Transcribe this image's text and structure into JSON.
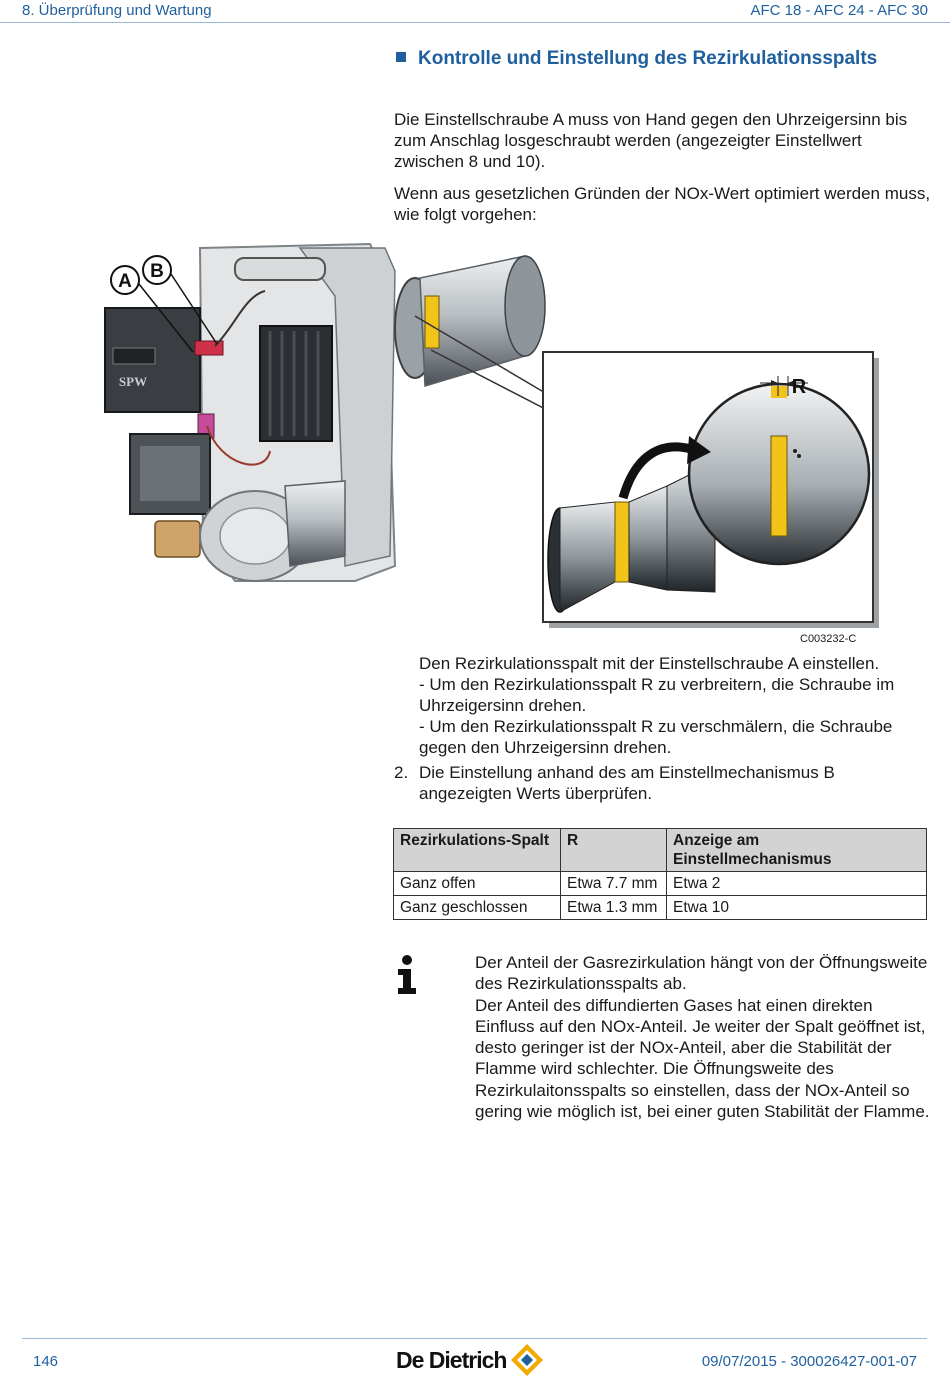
{
  "header": {
    "chapter": "8.  Überprüfung und Wartung",
    "models": "AFC 18 - AFC 24 - AFC 30"
  },
  "section_title": "Kontrolle und Einstellung des Rezirkulationsspalts",
  "intro": {
    "p1": "Die Einstellschraube A muss von Hand gegen den Uhrzeigersinn bis zum Anschlag losgeschraubt werden (angezeigter Einstellwert zwischen 8 und 10).",
    "p2": "Wenn aus gesetzlichen Gründen der NOx-Wert optimiert werden muss, wie folgt vorgehen:"
  },
  "figure": {
    "label_a": "A",
    "label_b": "B",
    "label_r": "R",
    "code": "C003232-C",
    "brand_mark": "SPW",
    "colors": {
      "steel": "#9aa2a8",
      "dark": "#2b2f33",
      "gap_yellow": "#f2c318",
      "arrow": "#111111"
    }
  },
  "steps": {
    "s1_line1": "Den Rezirkulationsspalt mit der Einstellschraube A einstellen.",
    "s1_line2": "- Um den Rezirkulationsspalt R zu verbreitern, die Schraube im Uhrzeigersinn drehen.",
    "s1_line3": "- Um den Rezirkulationsspalt R zu verschmälern, die Schraube gegen den Uhrzeigersinn drehen.",
    "s2_num": "2.",
    "s2_text": "Die Einstellung anhand des am Einstellmechanismus B angezeigten Werts überprüfen."
  },
  "table": {
    "headers": [
      "Rezirkulations-Spalt",
      "R",
      "Anzeige am Einstellmechanismus"
    ],
    "rows": [
      [
        "Ganz offen",
        "Etwa 7.7 mm",
        "Etwa 2"
      ],
      [
        "Ganz geschlossen",
        "Etwa 1.3 mm",
        "Etwa 10"
      ]
    ]
  },
  "note": {
    "l1": "Der Anteil der Gasrezirkulation hängt von der Öffnungsweite des Rezirkulationsspalts ab.",
    "l2": "Der Anteil des diffundierten Gases hat einen direkten Einfluss auf den NOx-Anteil. Je weiter der Spalt geöffnet ist, desto geringer ist der NOx-Anteil, aber die Stabilität der Flamme wird schlechter. Die Öffnungsweite des Rezirkulaitonsspalts so einstellen, dass der NOx-Anteil so gering wie möglich ist, bei einer guten Stabilität der Flamme."
  },
  "footer": {
    "page": "146",
    "brand": "De Dietrich",
    "doc": "09/07/2015 - 300026427-001-07",
    "accent": "#1f5f9e",
    "logo_colors": [
      "#f2a900",
      "#1f5f9e"
    ]
  }
}
